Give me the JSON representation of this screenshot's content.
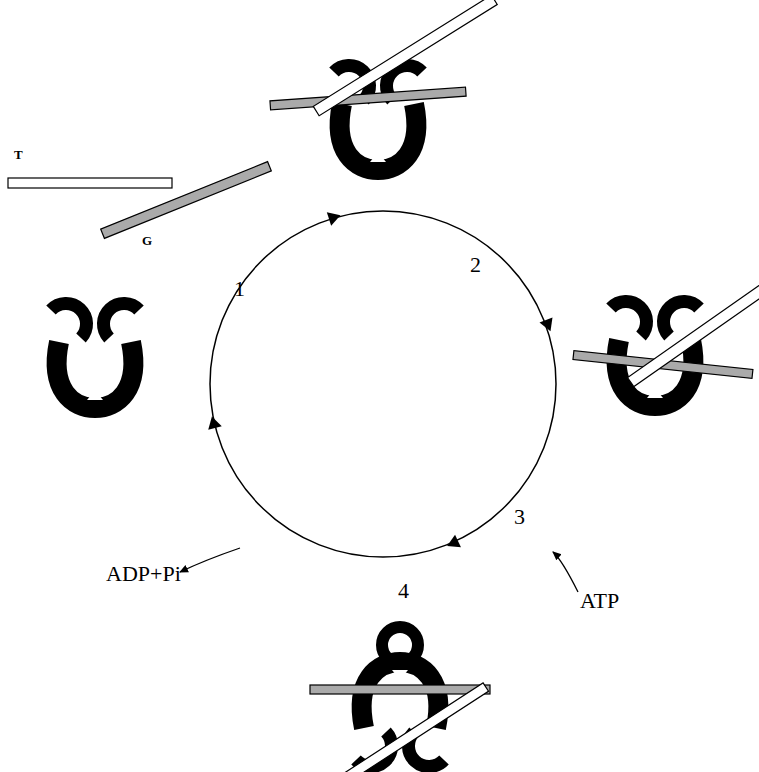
{
  "diagram": {
    "labels": [
      "T",
      "G",
      "1",
      "2",
      "3",
      "4",
      "ATP",
      "ADP+Pi"
    ]
  }
}
